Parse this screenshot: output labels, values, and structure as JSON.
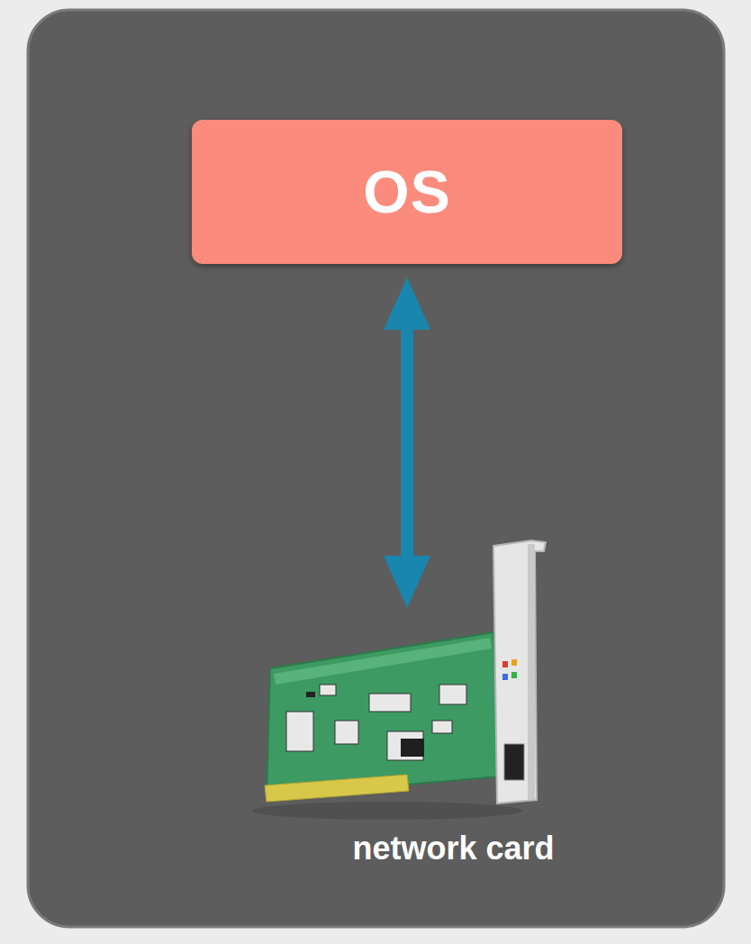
{
  "diagram": {
    "nodes": [
      {
        "text": [
          "OS"
        ]
      },
      {
        "text": [
          "network card"
        ]
      }
    ],
    "edges": [
      {
        "from": 0,
        "to": 1,
        "arrow": "both"
      }
    ]
  }
}
